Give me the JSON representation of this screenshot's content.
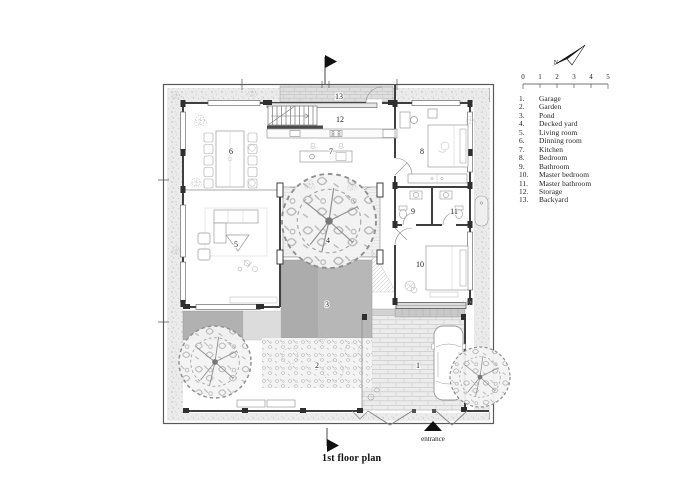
{
  "title": "1st floor plan",
  "compass": {
    "label": "N"
  },
  "scale_bar": {
    "ticks": [
      "0",
      "1",
      "2",
      "3",
      "4",
      "5"
    ]
  },
  "legend": {
    "items": [
      {
        "num": "1.",
        "label": "Garage"
      },
      {
        "num": "2.",
        "label": "Garden"
      },
      {
        "num": "3.",
        "label": "Pond"
      },
      {
        "num": "4.",
        "label": "Decked yard"
      },
      {
        "num": "5.",
        "label": "Living room"
      },
      {
        "num": "6.",
        "label": "Dinning room"
      },
      {
        "num": "7.",
        "label": "Kitchen"
      },
      {
        "num": "8.",
        "label": "Bedroom"
      },
      {
        "num": "9.",
        "label": "Bathroom"
      },
      {
        "num": "10.",
        "label": "Master bedroom"
      },
      {
        "num": "11.",
        "label": "Master bathroom"
      },
      {
        "num": "12.",
        "label": "Storage"
      },
      {
        "num": "13.",
        "label": "Backyard"
      }
    ]
  },
  "plan": {
    "entrance_label": "entrance",
    "rooms": [
      {
        "num": "1",
        "name": "Garage"
      },
      {
        "num": "2",
        "name": "Garden"
      },
      {
        "num": "3",
        "name": "Pond"
      },
      {
        "num": "4",
        "name": "Decked yard"
      },
      {
        "num": "5",
        "name": "Living room"
      },
      {
        "num": "6",
        "name": "Dinning room"
      },
      {
        "num": "7",
        "name": "Kitchen"
      },
      {
        "num": "8",
        "name": "Bedroom"
      },
      {
        "num": "9",
        "name": "Bathroom"
      },
      {
        "num": "10",
        "name": "Master bedroom"
      },
      {
        "num": "11",
        "name": "Master bathroom"
      },
      {
        "num": "12",
        "name": "Storage"
      },
      {
        "num": "13",
        "name": "Backyard"
      }
    ]
  },
  "colors": {
    "wall": "#3f3f3f",
    "pond": "#b1b1b1",
    "ink": "#1d1d1d",
    "paving_line": "#c4c4c4"
  }
}
